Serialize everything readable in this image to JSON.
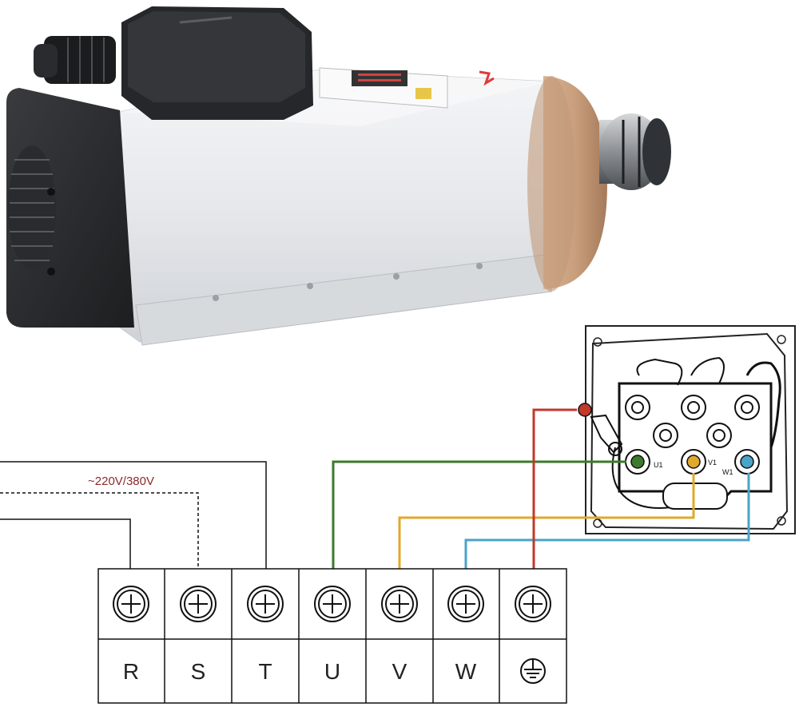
{
  "supply_label": "~220V/380V",
  "terminals": [
    {
      "label": "R"
    },
    {
      "label": "S"
    },
    {
      "label": "T"
    },
    {
      "label": "U"
    },
    {
      "label": "V"
    },
    {
      "label": "W"
    },
    {
      "label": "",
      "icon": "ground-icon"
    }
  ],
  "motor_pins": [
    {
      "label": "U1"
    },
    {
      "label": "V1"
    },
    {
      "label": "W1"
    }
  ],
  "wire_colors": {
    "U": "#3d7a2b",
    "V": "#e0a92c",
    "W": "#4aa3c8",
    "PE": "#c0392b"
  }
}
